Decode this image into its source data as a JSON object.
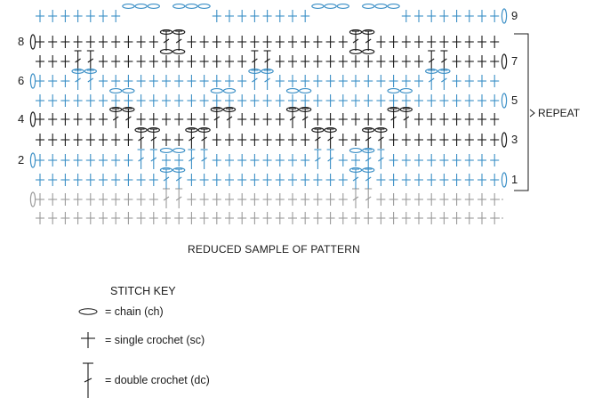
{
  "chart": {
    "row_numbers": {
      "left": [
        "8",
        "6",
        "4",
        "2"
      ],
      "right": [
        "9",
        "7",
        "5",
        "3",
        "1"
      ]
    },
    "repeat_label": "REPEAT",
    "caption": "REDUCED SAMPLE OF PATTERN"
  },
  "stitch_key": {
    "title": "STITCH KEY",
    "items": [
      {
        "symbol": "chain",
        "label": "= chain (ch)"
      },
      {
        "symbol": "single-crochet",
        "label": "= single crochet (sc)"
      },
      {
        "symbol": "double-crochet",
        "label": "= double crochet (dc)"
      }
    ]
  },
  "colors": {
    "black_stitch": "#1a1a1a",
    "blue_stitch": "#3b8fc6",
    "gray_stitch": "#9a9a9a"
  }
}
